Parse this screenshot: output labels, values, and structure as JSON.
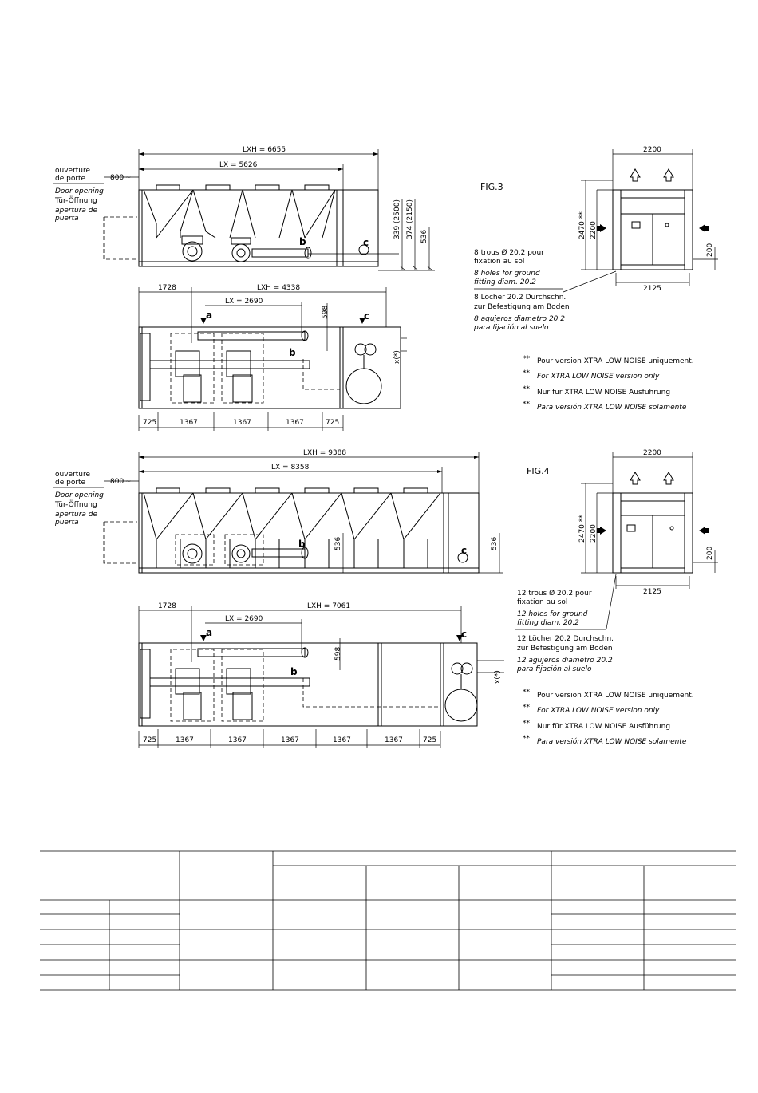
{
  "fig3": {
    "title": "FIG.3",
    "side": {
      "lxh": "LXH = 6655",
      "lx": "LX = 5626",
      "door_dim": "800",
      "door_labels": [
        "ouverture",
        "de porte",
        "Door opening",
        "Tür-Öffnung",
        "apertura de",
        "puerta"
      ],
      "h339": "339 (2500)",
      "h374": "374 (2150)",
      "h536": "536",
      "b": "b",
      "c": "c"
    },
    "top": {
      "d1728": "1728",
      "lxh": "LXH = 4338",
      "lx": "LX = 2690",
      "d598": "598",
      "a": "a",
      "b": "b",
      "c": "c",
      "x": "x(*)",
      "bottom_dims": [
        "725",
        "1367",
        "1367",
        "1367",
        "725"
      ]
    },
    "end": {
      "w2200": "2200",
      "h2470": "2470 **",
      "h2200": "2200",
      "h200": "200",
      "w2125": "2125"
    },
    "holes": [
      "8 trous Ø 20.2 pour",
      "fixation au sol",
      "8 holes for ground",
      "fitting diam. 20.2",
      "8 Löcher 20.2 Durchschn.",
      "zur Befestigung am Boden",
      "8 agujeros diametro 20.2",
      "para fijación al suelo"
    ],
    "notes": [
      "Pour version XTRA LOW NOISE uniquement.",
      "For XTRA LOW NOISE version only",
      "Nur für XTRA LOW NOISE Ausführung",
      "Para versión XTRA LOW NOISE solamente"
    ]
  },
  "fig4": {
    "title": "FIG.4",
    "side": {
      "lxh": "LXH = 9388",
      "lx": "LX = 8358",
      "door_dim": "800",
      "door_labels": [
        "ouverture",
        "de porte",
        "Door opening",
        "Tür-Öffnung",
        "apertura de",
        "puerta"
      ],
      "h536a": "536",
      "h536b": "536",
      "b": "b",
      "c": "c"
    },
    "top": {
      "d1728": "1728",
      "lxh": "LXH = 7061",
      "lx": "LX = 2690",
      "d598": "598",
      "a": "a",
      "b": "b",
      "c": "c",
      "x": "x(*)",
      "bottom_dims": [
        "725",
        "1367",
        "1367",
        "1367",
        "1367",
        "1367",
        "725"
      ]
    },
    "end": {
      "w2200": "2200",
      "h2470": "2470 **",
      "h2200": "2200",
      "h200": "200",
      "w2125": "2125"
    },
    "holes": [
      "12 trous Ø 20.2 pour",
      "fixation au sol",
      "12 holes for ground",
      "fitting diam. 20.2",
      "12 Löcher 20.2 Durchschn.",
      "zur Befestigung am Boden",
      "12 agujeros diametro 20.2",
      "para fijación al suelo"
    ],
    "notes": [
      "Pour version XTRA LOW NOISE uniquement.",
      "For XTRA LOW NOISE version only",
      "Nur für XTRA LOW NOISE Ausführung",
      "Para versión XTRA LOW NOISE solamente"
    ]
  },
  "note_mark": "**"
}
